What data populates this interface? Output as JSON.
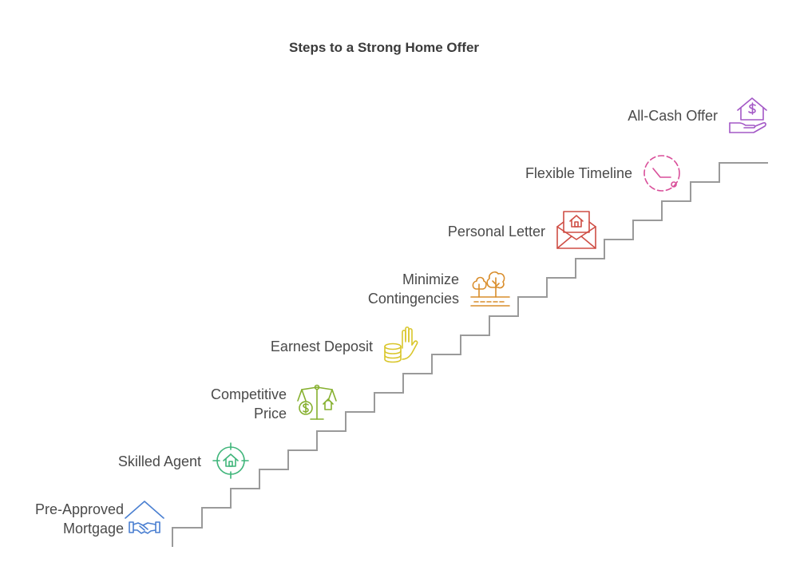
{
  "title": "Steps to a Strong Home Offer",
  "steps": [
    {
      "lines": [
        "Pre-Approved",
        "Mortgage"
      ],
      "icon": "house-handshake-icon",
      "color": "#4a7fd1"
    },
    {
      "lines": [
        "Skilled Agent"
      ],
      "icon": "house-target-icon",
      "color": "#3fb57a"
    },
    {
      "lines": [
        "Competitive",
        "Price"
      ],
      "icon": "balance-scale-icon",
      "color": "#86b02f"
    },
    {
      "lines": [
        "Earnest Deposit"
      ],
      "icon": "hand-coins-icon",
      "color": "#d9c62b"
    },
    {
      "lines": [
        "Minimize",
        "Contingencies"
      ],
      "icon": "trees-land-icon",
      "color": "#d98d2b"
    },
    {
      "lines": [
        "Personal Letter"
      ],
      "icon": "envelope-house-icon",
      "color": "#cf4e45"
    },
    {
      "lines": [
        "Flexible Timeline"
      ],
      "icon": "dashed-clock-icon",
      "color": "#d94f9a"
    },
    {
      "lines": [
        "All-Cash Offer"
      ],
      "icon": "house-dollar-hand-icon",
      "color": "#a358c6"
    }
  ],
  "stair_color": "#9a9a9a"
}
